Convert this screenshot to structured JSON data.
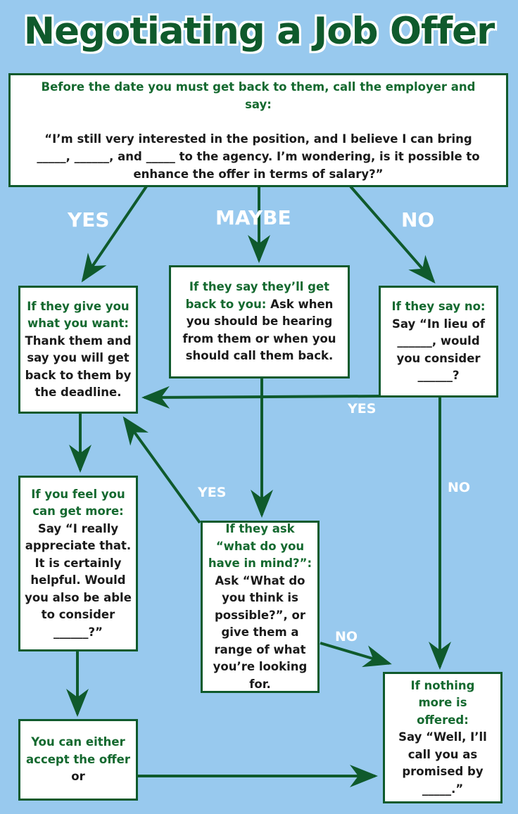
{
  "title": "Negotiating a Job Offer",
  "top_box": {
    "head": "Before the date you must get back to them, call the employer and say:",
    "quote": "“I’m still very interested in the position, and I believe I can bring _____, ______, and _____ to the agency. I’m wondering, is it possible to enhance the offer in terms of salary?”"
  },
  "branch_labels": {
    "yes": "YES",
    "maybe": "MAYBE",
    "no": "NO"
  },
  "box_give": {
    "head": "If they give you what you want:",
    "body": "Thank them and say you will get back to them by the deadline."
  },
  "box_get_back": {
    "head": "If they say they’ll get back to you:",
    "body": "Ask when you should be hearing from them or when you should call them back."
  },
  "box_say_no": {
    "head": "If they say no:",
    "body": "Say “In lieu of ______, would you consider ______?"
  },
  "box_feel_more": {
    "head": "If you feel you can get more:",
    "body": "Say “I really appreciate that. It is certainly helpful. Would you also be able to consider ______?”"
  },
  "box_ask_mind": {
    "head": "If they ask “what do you have in mind?”:",
    "body": "Ask “What do you think is possible?”, or give them a range of what you’re looking for."
  },
  "box_nothing": {
    "head": "If nothing more is offered:",
    "body": "Say “Well, I’ll call you as promised by _____.”"
  },
  "box_accept": {
    "body": "You can either accept the offer or"
  },
  "arrow_labels": {
    "yes_right": "YES",
    "no_right": "NO",
    "yes_mid": "YES",
    "no_mid": "NO"
  },
  "colors": {
    "background": "#98c9ee",
    "green": "#0f5a2c",
    "heading_green": "#14692f"
  }
}
